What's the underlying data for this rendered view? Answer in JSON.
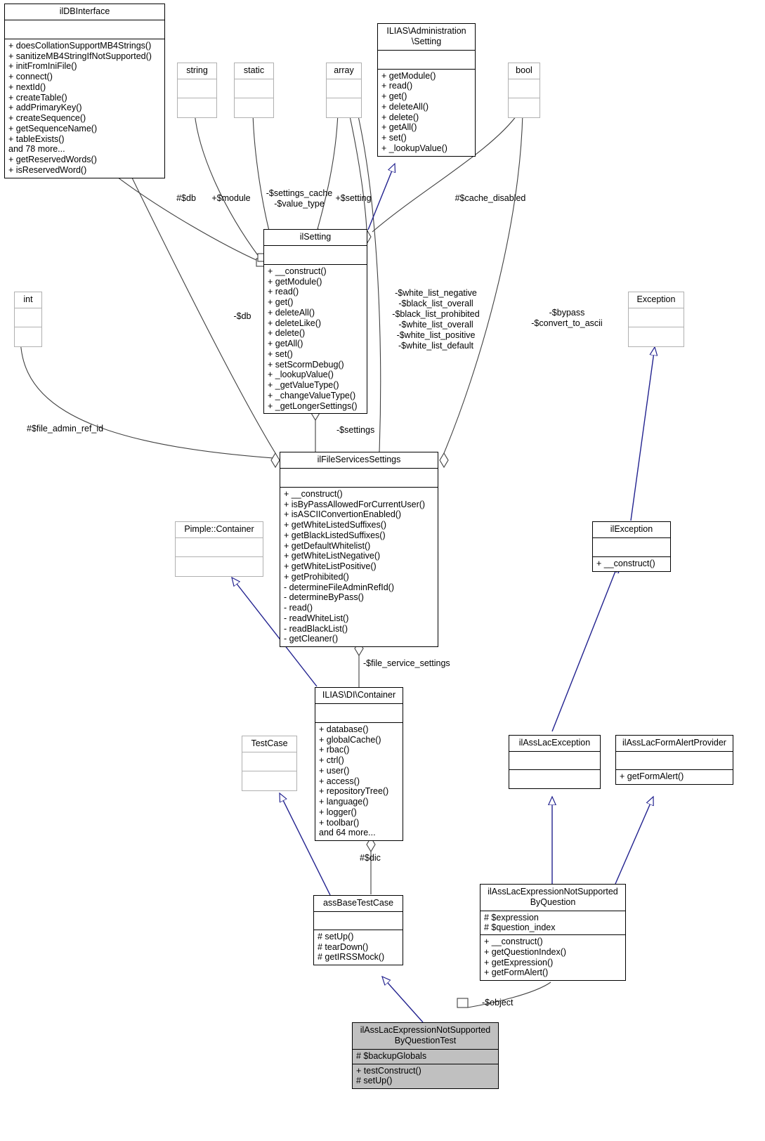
{
  "diagram": {
    "kind": "uml-class-collaboration-diagram",
    "title": "ilAssLacExpressionNotSupportedByQuestionTest collaboration diagram",
    "colors": {
      "node_border": "#000000",
      "node_border_light": "#b0b0b0",
      "node_fill": "#ffffff",
      "highlight_fill": "#c0c0c0",
      "inheritance_edge": "#22228f",
      "association_edge": "#404040"
    }
  },
  "nodes": [
    {
      "id": "ilDBInterface",
      "title": "ilDBInterface",
      "attrs": [],
      "ops": [
        "+ doesCollationSupportMB4Strings()",
        "+ sanitizeMB4StringIfNotSupported()",
        "+ initFromIniFile()",
        "+ connect()",
        "+ nextId()",
        "+ createTable()",
        "+ addPrimaryKey()",
        "+ createSequence()",
        "+ getSequenceName()",
        "+ tableExists()",
        "and 78 more...",
        "+ getReservedWords()",
        "+ isReservedWord()"
      ]
    },
    {
      "id": "string",
      "title": "string",
      "attrs": [],
      "ops": []
    },
    {
      "id": "static",
      "title": "static",
      "attrs": [],
      "ops": []
    },
    {
      "id": "array",
      "title": "array",
      "attrs": [],
      "ops": []
    },
    {
      "id": "ILIAS_Administration_Setting",
      "title": "ILIAS\\Administration\n\\Setting",
      "attrs": [],
      "ops": [
        "+ getModule()",
        "+ read()",
        "+ get()",
        "+ deleteAll()",
        "+ delete()",
        "+ getAll()",
        "+ set()",
        "+ _lookupValue()"
      ]
    },
    {
      "id": "bool",
      "title": "bool",
      "attrs": [],
      "ops": []
    },
    {
      "id": "int",
      "title": "int",
      "attrs": [],
      "ops": []
    },
    {
      "id": "ilSetting",
      "title": "ilSetting",
      "attrs": [],
      "ops": [
        "+ __construct()",
        "+ getModule()",
        "+ read()",
        "+ get()",
        "+ deleteAll()",
        "+ deleteLike()",
        "+ delete()",
        "+ getAll()",
        "+ set()",
        "+ setScormDebug()",
        "+ _lookupValue()",
        "+ _getValueType()",
        "+ _changeValueType()",
        "+ _getLongerSettings()"
      ]
    },
    {
      "id": "Exception",
      "title": "Exception",
      "attrs": [],
      "ops": []
    },
    {
      "id": "ilFileServicesSettings",
      "title": "ilFileServicesSettings",
      "attrs": [],
      "ops": [
        "+ __construct()",
        "+ isByPassAllowedForCurrentUser()",
        "+ isASCIIConvertionEnabled()",
        "+ getWhiteListedSuffixes()",
        "+ getBlackListedSuffixes()",
        "+ getDefaultWhitelist()",
        "+ getWhiteListNegative()",
        "+ getWhiteListPositive()",
        "+ getProhibited()",
        "- determineFileAdminRefId()",
        "- determineByPass()",
        "- read()",
        "- readWhiteList()",
        "- readBlackList()",
        "- getCleaner()"
      ]
    },
    {
      "id": "ilException",
      "title": "ilException",
      "attrs": [],
      "ops": [
        "+ __construct()"
      ]
    },
    {
      "id": "Pimple_Container",
      "title": "Pimple::Container",
      "attrs": [],
      "ops": []
    },
    {
      "id": "ILIAS_DI_Container",
      "title": "ILIAS\\DI\\Container",
      "attrs": [],
      "ops": [
        "+ database()",
        "+ globalCache()",
        "+ rbac()",
        "+ ctrl()",
        "+ user()",
        "+ access()",
        "+ repositoryTree()",
        "+ language()",
        "+ logger()",
        "+ toolbar()",
        "and 64 more..."
      ]
    },
    {
      "id": "TestCase",
      "title": "TestCase",
      "attrs": [],
      "ops": []
    },
    {
      "id": "ilAssLacException",
      "title": "ilAssLacException",
      "attrs": [],
      "ops": []
    },
    {
      "id": "ilAssLacFormAlertProvider",
      "title": "ilAssLacFormAlertProvider",
      "attrs": [],
      "ops": [
        "+ getFormAlert()"
      ]
    },
    {
      "id": "assBaseTestCase",
      "title": "assBaseTestCase",
      "attrs": [],
      "ops": [
        "# setUp()",
        "# tearDown()",
        "# getIRSSMock()"
      ]
    },
    {
      "id": "ilAssLacExpressionNotSupportedByQuestion",
      "title": "ilAssLacExpressionNotSupported\nByQuestion",
      "attrs": [
        "# $expression",
        "# $question_index"
      ],
      "ops": [
        "+ __construct()",
        "+ getQuestionIndex()",
        "+ getExpression()",
        "+ getFormAlert()"
      ]
    },
    {
      "id": "ilAssLacExpressionNotSupportedByQuestionTest",
      "title": "ilAssLacExpressionNotSupported\nByQuestionTest",
      "attrs": [
        "# $backupGlobals"
      ],
      "ops": [
        "+ testConstruct()",
        "# setUp()"
      ]
    }
  ],
  "edge_labels": [
    {
      "id": "db_setting",
      "text": "#$db"
    },
    {
      "id": "module_setting",
      "text": "+$module"
    },
    {
      "id": "settings_cache",
      "text": "-$settings_cache\n-$value_type"
    },
    {
      "id": "setting_setting",
      "text": "+$setting"
    },
    {
      "id": "cache_disabled",
      "text": "#$cache_disabled"
    },
    {
      "id": "db_fss",
      "text": "-$db"
    },
    {
      "id": "white_black_lists",
      "text": "-$white_list_negative\n-$black_list_overall\n-$black_list_prohibited\n-$white_list_overall\n-$white_list_positive\n-$white_list_default"
    },
    {
      "id": "bypass_ascii",
      "text": "-$bypass\n-$convert_to_ascii"
    },
    {
      "id": "file_admin_ref_id",
      "text": "#$file_admin_ref_id"
    },
    {
      "id": "settings",
      "text": "-$settings"
    },
    {
      "id": "file_service_settings",
      "text": "-$file_service_settings"
    },
    {
      "id": "dic",
      "text": "#$dic"
    },
    {
      "id": "object",
      "text": "-$object"
    }
  ]
}
